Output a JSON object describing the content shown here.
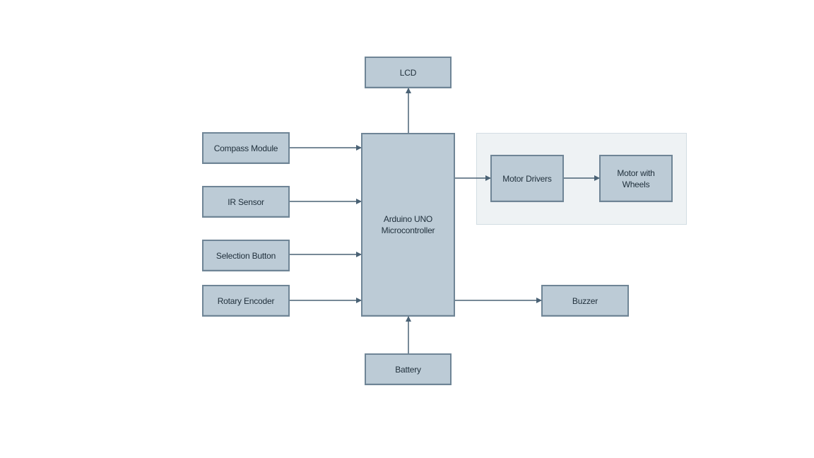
{
  "colors": {
    "block_fill": "#bccbd6",
    "block_border": "#6f8596",
    "group_fill": "#eef2f4",
    "group_border": "#d3dde3",
    "arrow": "#4a6275",
    "text": "#1f2f3b"
  },
  "diagram": {
    "blocks": {
      "lcd": "LCD",
      "compass_module": "Compass Module",
      "ir_sensor": "IR Sensor",
      "selection_button": "Selection Button",
      "rotary_encoder": "Rotary Encoder",
      "microcontroller": "Arduino UNO\nMicrocontroller",
      "motor_drivers": "Motor Drivers",
      "motor_with_wheels": "Motor with\nWheels",
      "buzzer": "Buzzer",
      "battery": "Battery"
    },
    "connections": [
      {
        "from": "microcontroller",
        "to": "lcd"
      },
      {
        "from": "compass_module",
        "to": "microcontroller"
      },
      {
        "from": "ir_sensor",
        "to": "microcontroller"
      },
      {
        "from": "selection_button",
        "to": "microcontroller"
      },
      {
        "from": "rotary_encoder",
        "to": "microcontroller"
      },
      {
        "from": "microcontroller",
        "to": "motor_drivers"
      },
      {
        "from": "motor_drivers",
        "to": "motor_with_wheels"
      },
      {
        "from": "microcontroller",
        "to": "buzzer"
      },
      {
        "from": "battery",
        "to": "microcontroller"
      }
    ]
  }
}
